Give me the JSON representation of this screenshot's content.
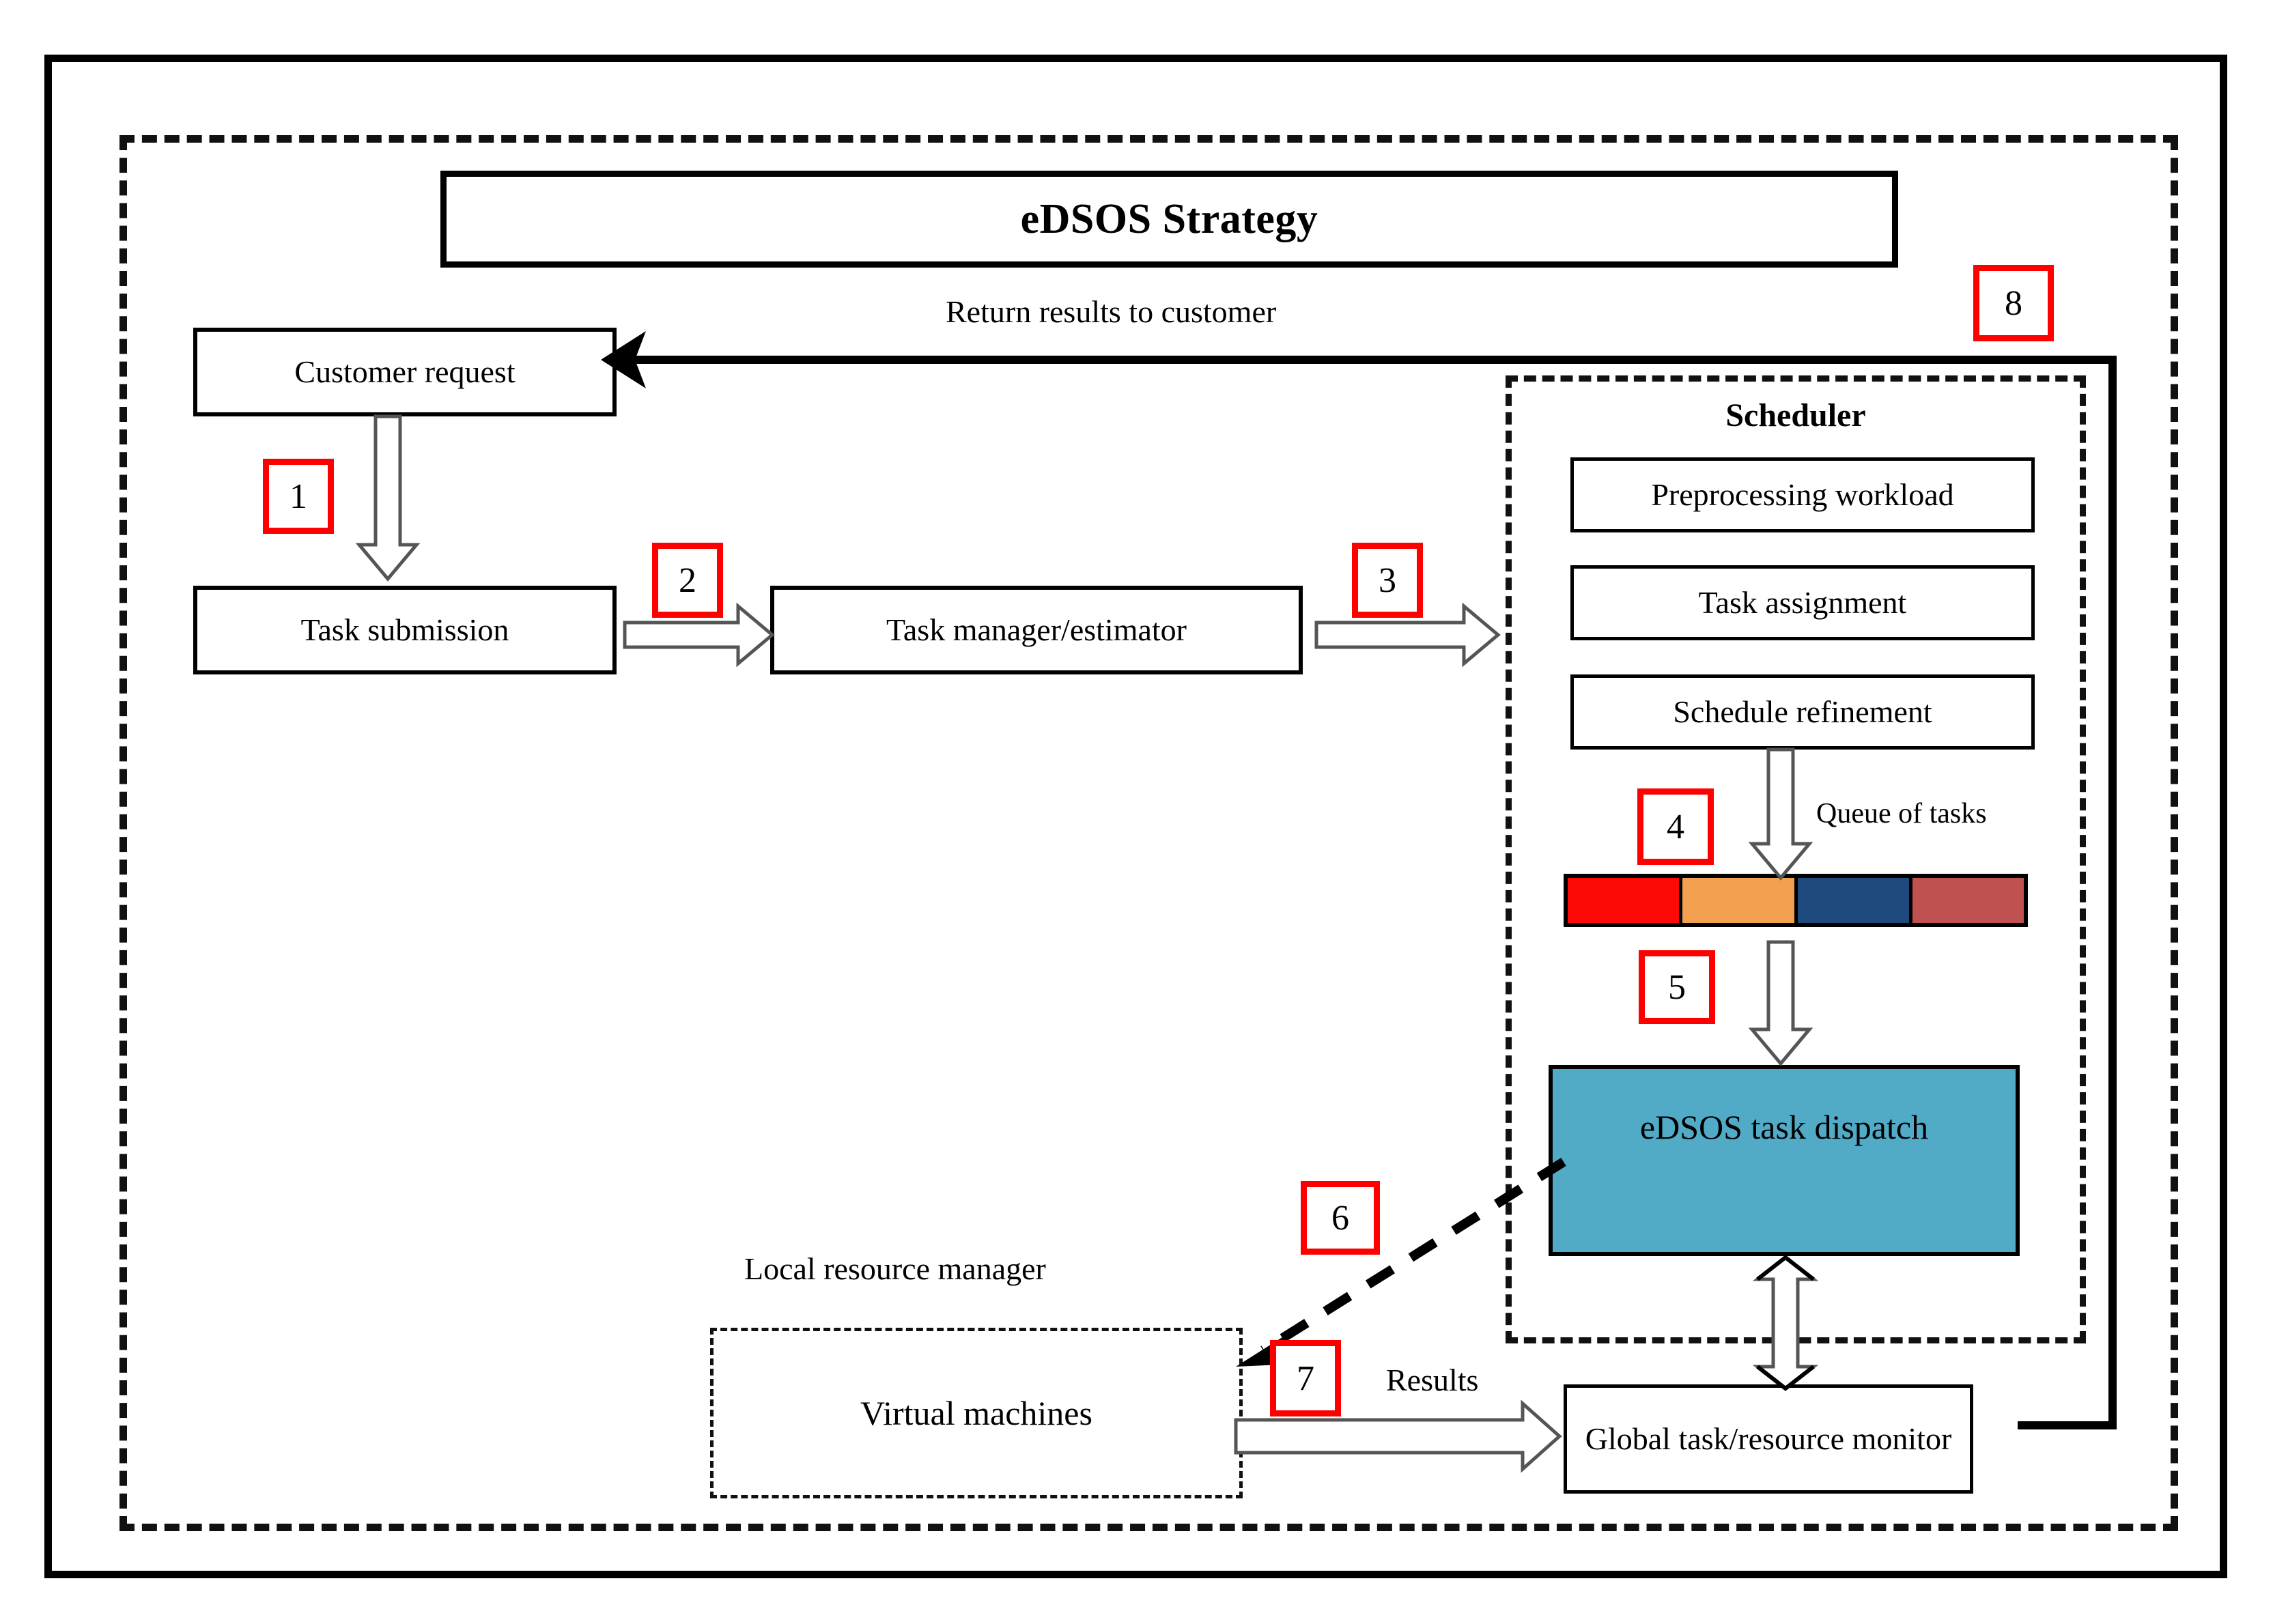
{
  "diagram": {
    "title": "eDSOS Strategy",
    "boxes": {
      "customer_request": "Customer request",
      "task_submission": "Task submission",
      "task_manager": "Task manager/estimator",
      "preprocessing": "Preprocessing workload",
      "task_assignment": "Task assignment",
      "schedule_refinement": "Schedule refinement",
      "dispatch": "eDSOS  task dispatch",
      "virtual_machines": "Virtual machines",
      "global_monitor": "Global task/resource monitor"
    },
    "labels": {
      "scheduler": "Scheduler",
      "return_results": "Return results to customer",
      "queue_of_tasks": "Queue of tasks",
      "local_resource_manager": "Local resource manager",
      "results": "Results"
    },
    "steps": [
      {
        "id": "1",
        "label": "1"
      },
      {
        "id": "2",
        "label": "2"
      },
      {
        "id": "3",
        "label": "3"
      },
      {
        "id": "4",
        "label": "4"
      },
      {
        "id": "5",
        "label": "5"
      },
      {
        "id": "6",
        "label": "6"
      },
      {
        "id": "7",
        "label": "7"
      },
      {
        "id": "8",
        "label": "8"
      }
    ],
    "queue_segments": [
      {
        "name": "segment-red",
        "color": "#fb0a06"
      },
      {
        "name": "segment-orange",
        "color": "#f4a051"
      },
      {
        "name": "segment-navy",
        "color": "#1f4a7d"
      },
      {
        "name": "segment-brick",
        "color": "#bf5250"
      }
    ],
    "colors": {
      "badge_border": "#ff0000",
      "dispatch_fill": "#51aac6",
      "line": "#000000",
      "arrow_outline": "#555555"
    }
  }
}
